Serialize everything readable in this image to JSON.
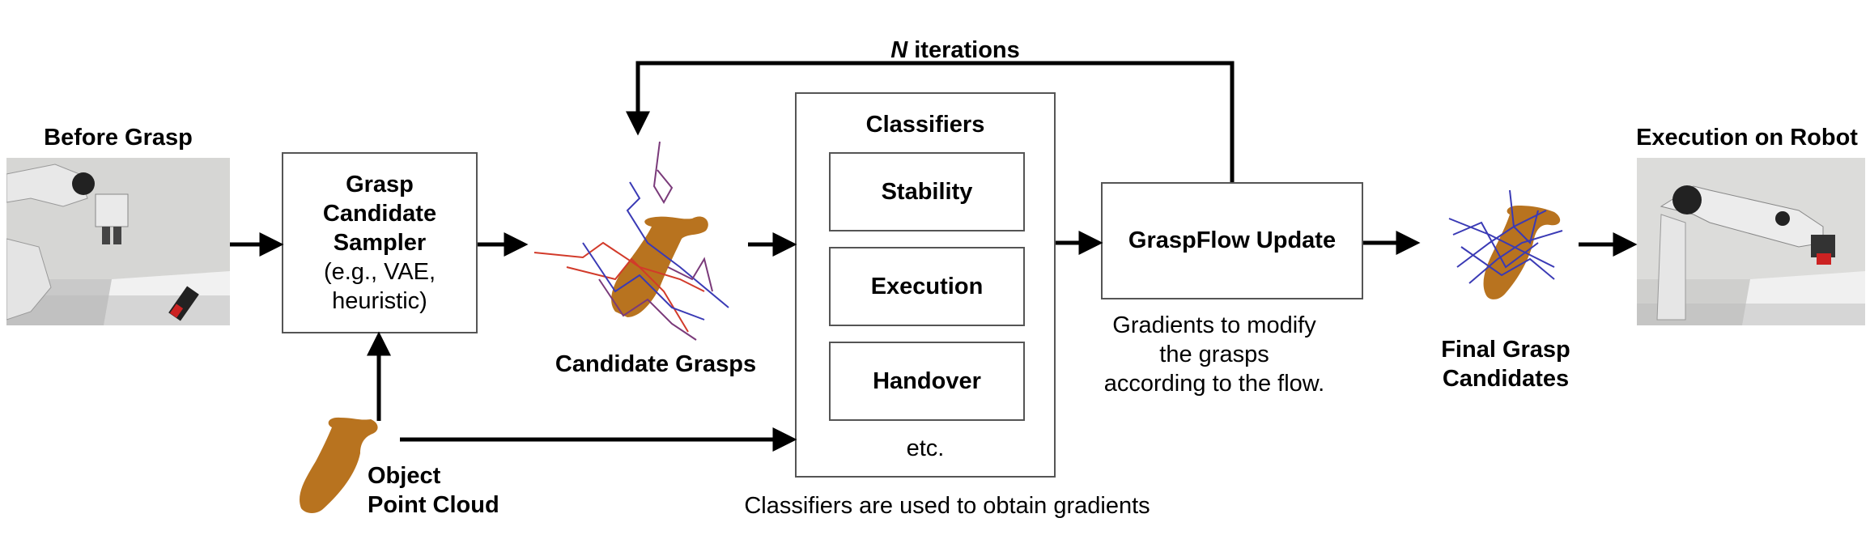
{
  "labels": {
    "before_grasp": "Before Grasp",
    "execution_on_robot": "Execution on Robot",
    "n_iterations_var": "N",
    "n_iterations_text": " iterations",
    "candidate_grasps": "Candidate Grasps",
    "object_point_cloud_1": "Object",
    "object_point_cloud_2": "Point Cloud",
    "final_grasp_1": "Final Grasp",
    "final_grasp_2": "Candidates",
    "classifiers_caption": "Classifiers are used to obtain gradients",
    "gradients_caption": [
      "Gradients to modify",
      "the grasps",
      "according to the flow."
    ]
  },
  "sampler": {
    "title": [
      "Grasp",
      "Candidate",
      "Sampler"
    ],
    "subtitle": [
      "(e.g., VAE,",
      "heuristic)"
    ]
  },
  "classifiers": {
    "title": "Classifiers",
    "items": [
      "Stability",
      "Execution",
      "Handover"
    ],
    "etc": "etc."
  },
  "graspflow": {
    "title": "GraspFlow Update"
  },
  "colors": {
    "object": "#b8731f",
    "grasp_red": "#d23a2a",
    "grasp_blue": "#3a3ab5",
    "grasp_purple": "#7a3a7a",
    "arrow": "#000000",
    "box_border": "#555555"
  }
}
